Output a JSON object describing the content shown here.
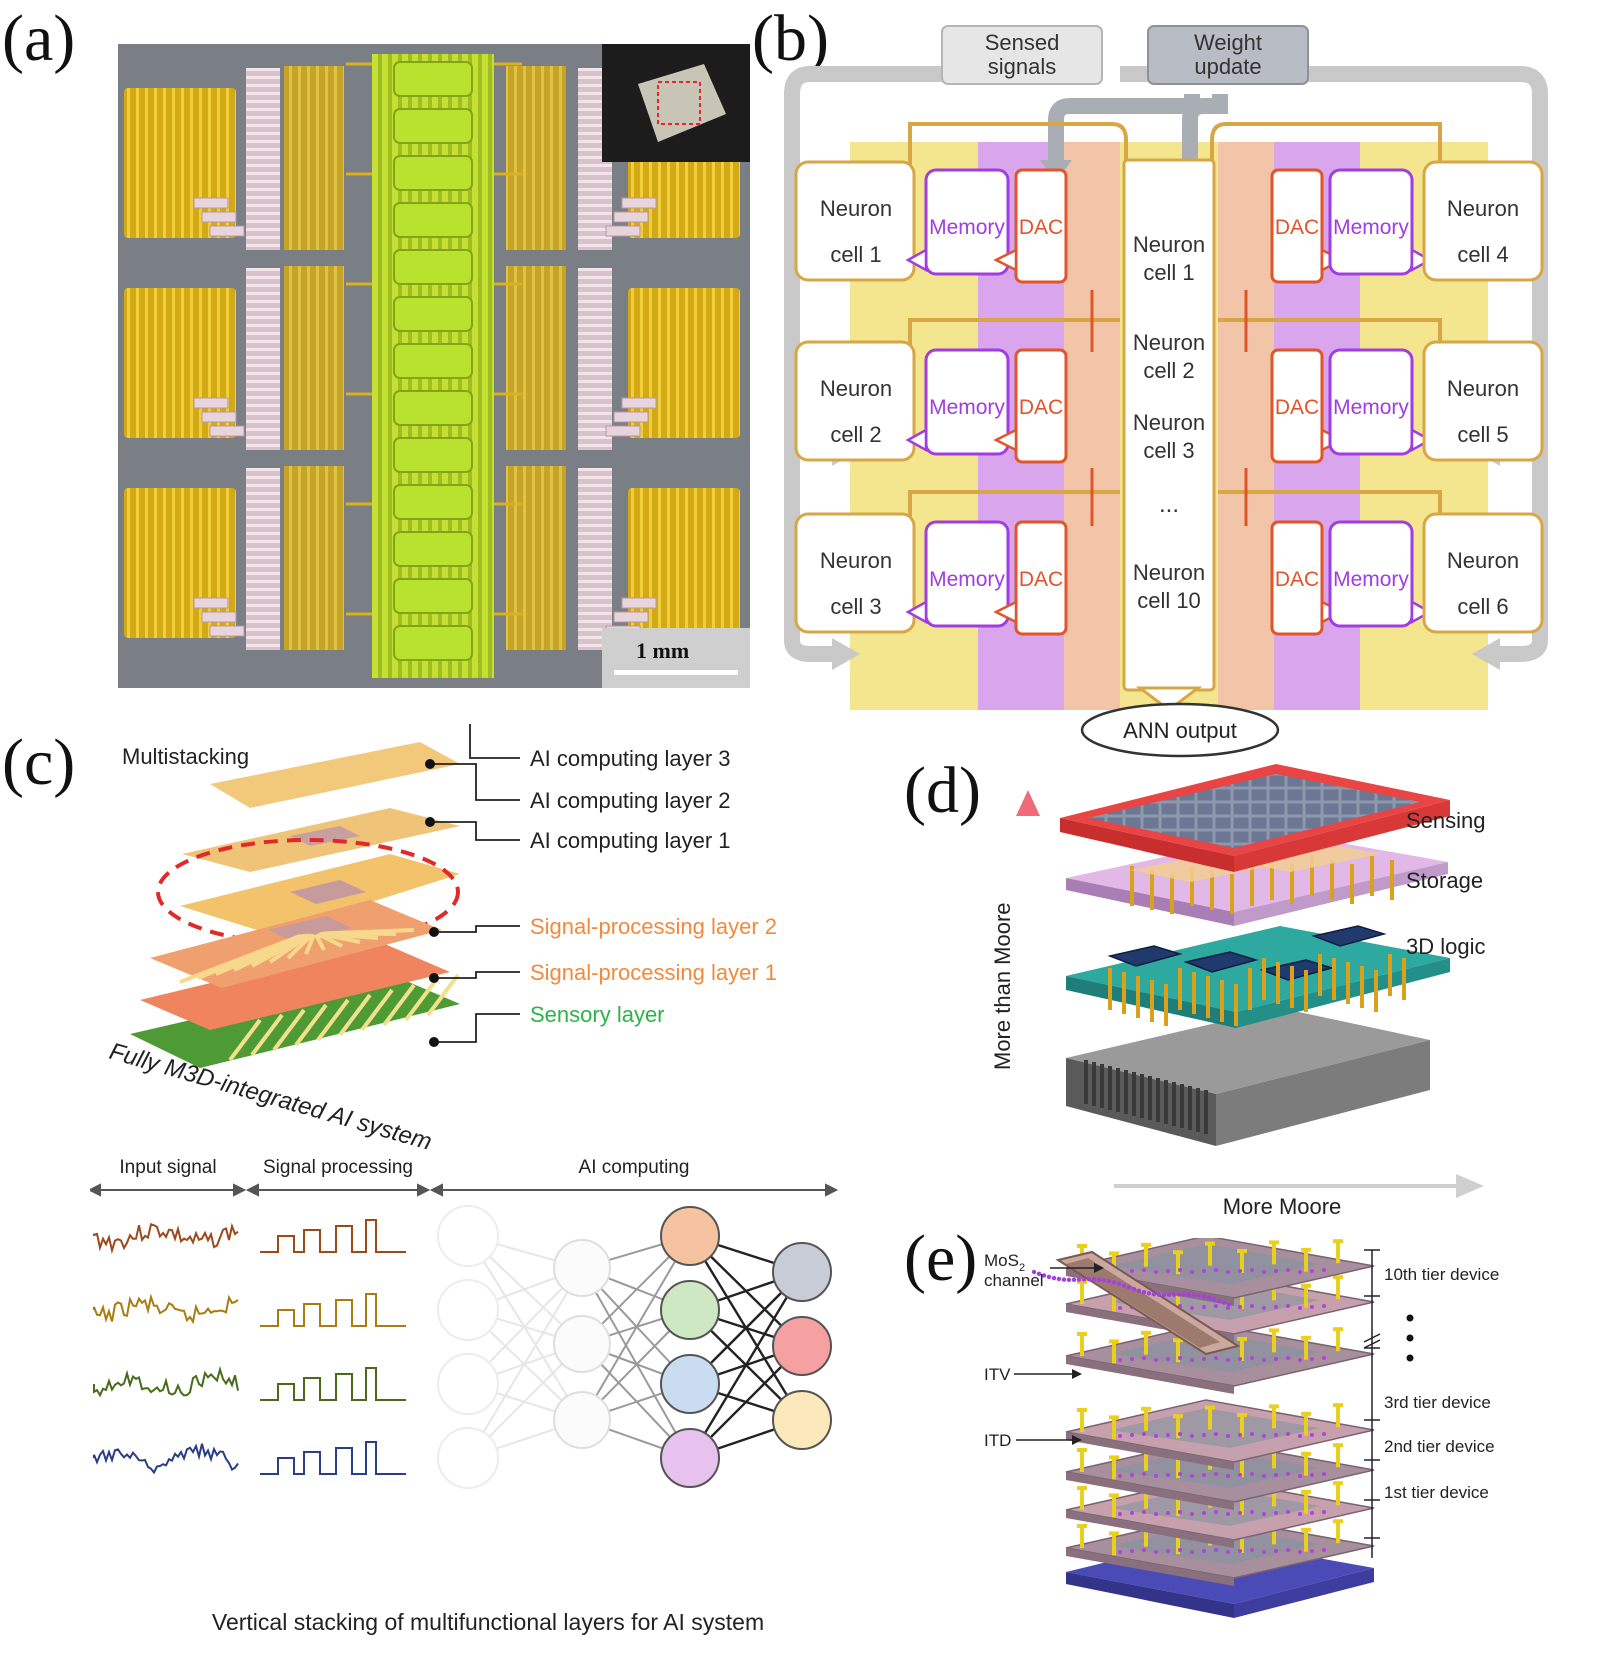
{
  "panels": {
    "a": {
      "label": "(a)",
      "scale_bar": "1 mm",
      "colors": {
        "die": "#7a7f86",
        "gold": "#d9b21f",
        "green": "#b6df2a",
        "pink": "#e6cfd7"
      }
    },
    "b": {
      "label": "(b)",
      "inputs": {
        "sensed": [
          "Sensed",
          "signals"
        ],
        "weight": [
          "Weight",
          "update"
        ]
      },
      "left_neurons": [
        [
          "Neuron",
          "cell 1"
        ],
        [
          "Neuron",
          "cell 2"
        ],
        [
          "Neuron",
          "cell 3"
        ]
      ],
      "right_neurons": [
        [
          "Neuron",
          "cell 4"
        ],
        [
          "Neuron",
          "cell 5"
        ],
        [
          "Neuron",
          "cell 6"
        ]
      ],
      "center_neurons": [
        [
          "Neuron",
          "cell 1"
        ],
        [
          "Neuron",
          "cell 2"
        ],
        [
          "Neuron",
          "cell 3"
        ],
        [
          "..."
        ],
        [
          "Neuron",
          "cell 10"
        ]
      ],
      "memory_label": "Memory",
      "dac_label": "DAC",
      "output": "ANN output",
      "colors": {
        "neuron": "#f4e58f",
        "memory": "#d9a6ee",
        "dac": "#f2c4a8",
        "memory_text": "#a13de0",
        "dac_text": "#e0552a"
      }
    },
    "c": {
      "label": "(c)",
      "multistacking": "Multistacking",
      "layers": [
        {
          "text": "AI computing layer 3",
          "color": "#222222"
        },
        {
          "text": "AI computing layer 2",
          "color": "#222222"
        },
        {
          "text": "AI computing layer 1",
          "color": "#222222"
        },
        {
          "text": "Signal-processing layer 2",
          "color": "#f2893c"
        },
        {
          "text": "Signal-processing layer 1",
          "color": "#f2893c"
        },
        {
          "text": "Sensory layer",
          "color": "#2db24a"
        }
      ],
      "system_label": "Fully M3D-integrated AI system",
      "stages": [
        "Input signal",
        "Signal processing",
        "AI computing"
      ],
      "caption": "Vertical stacking of multifunctional layers for AI system",
      "signal_colors": [
        "#9b4a1a",
        "#a87c10",
        "#4a6a1c",
        "#283e88"
      ]
    },
    "d": {
      "label": "(d)",
      "layers": [
        "Sensing",
        "Storage",
        "3D logic"
      ],
      "y_axis": "More than Moore",
      "x_axis": "More Moore"
    },
    "e": {
      "label": "(e)",
      "channel": [
        "MoS",
        "2",
        "channel"
      ],
      "itv": "ITV",
      "itd": "ITD",
      "tiers": [
        "10th tier device",
        "3rd tier device",
        "2nd tier device",
        "1st tier device"
      ]
    }
  }
}
